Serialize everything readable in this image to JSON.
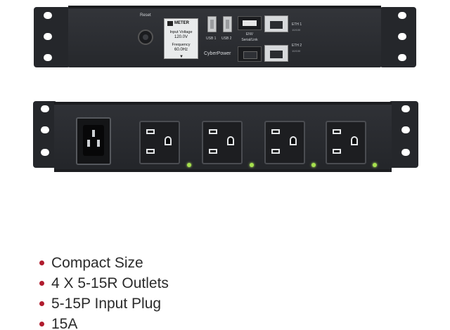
{
  "image": {
    "subject": "rack-mount PDU, front and rear panels",
    "front_panel": {
      "reset_label": "Reset",
      "display": {
        "header": "METER",
        "voltage_label": "Input Voltage",
        "voltage_value": "120.0V",
        "frequency_label": "Frequency",
        "frequency_value": "60.0Hz"
      },
      "usb_ports": [
        "USB 1",
        "USB 2"
      ],
      "env_port_label": "ENV",
      "serial_port_label": "Serial/Link",
      "eth_ports": [
        {
          "label": "ETH 1",
          "speed": "10/100"
        },
        {
          "label": "ETH 2",
          "speed": "10/100"
        }
      ],
      "brand": "CyberPower"
    },
    "rear_panel": {
      "inlet": "IEC C14 input",
      "outlet_count": 4,
      "led_color": "#a6e14d"
    }
  },
  "features": [
    "Compact Size",
    "4 X 5-15R Outlets",
    "5-15P Input Plug",
    "15A"
  ],
  "colors": {
    "bullet": "#b01c2e",
    "chassis": "#2b2d31",
    "text": "#2b2b2b"
  }
}
